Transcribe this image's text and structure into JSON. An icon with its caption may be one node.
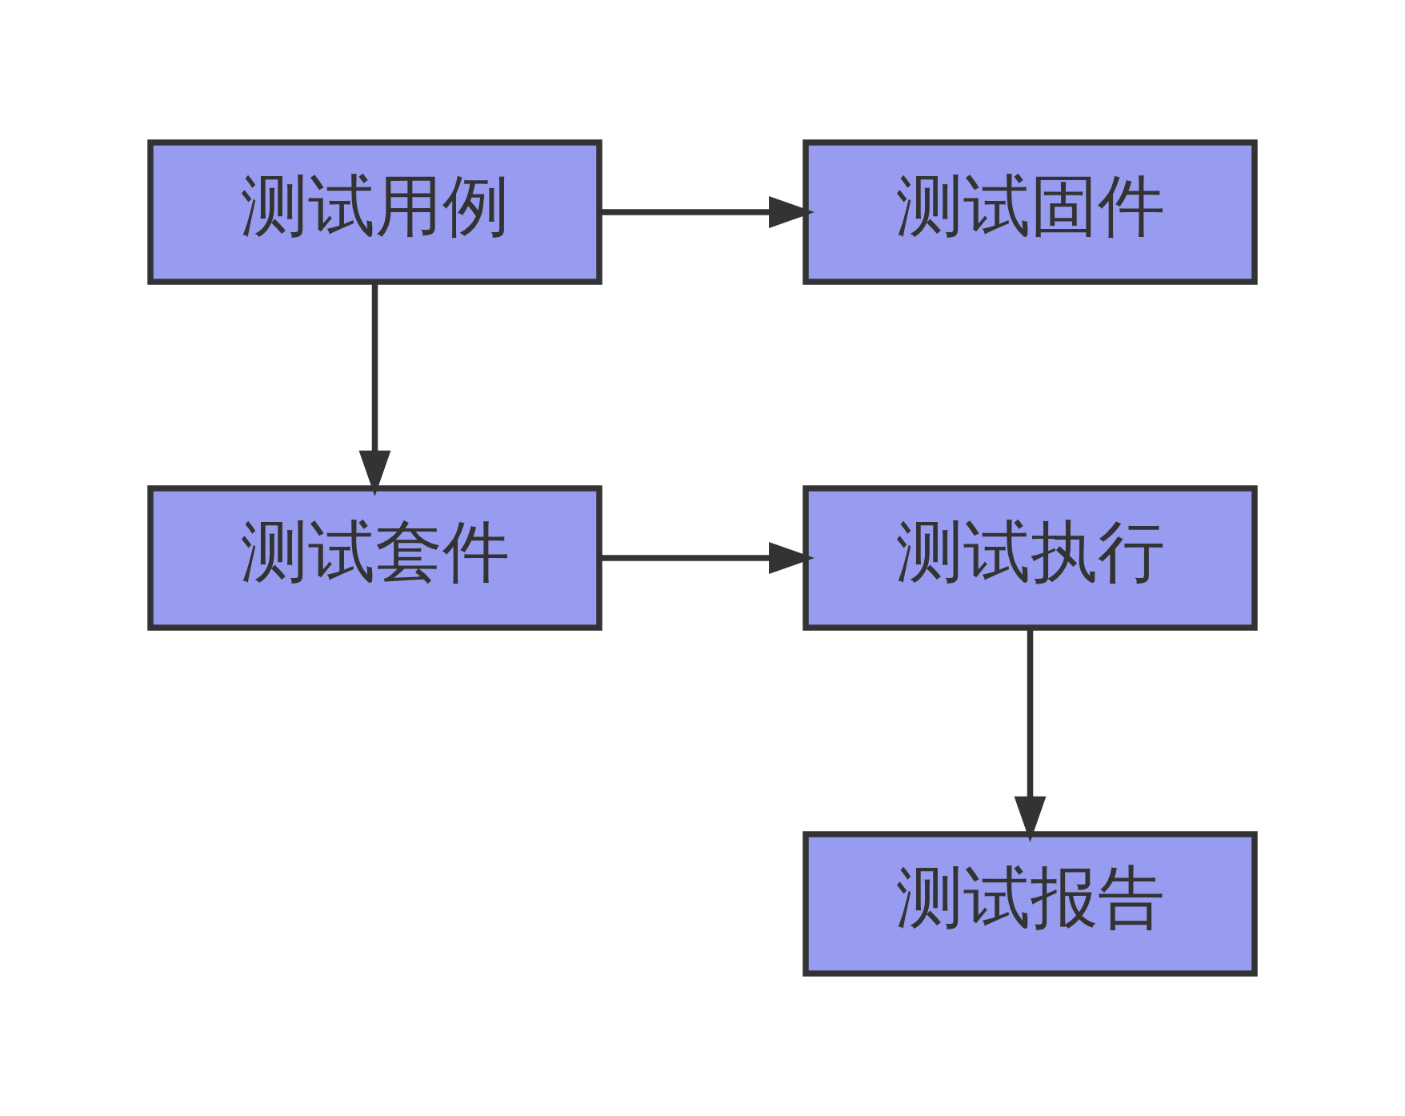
{
  "diagram": {
    "nodes": [
      {
        "text": [
          "测试用例"
        ]
      },
      {
        "text": [
          "测试固件"
        ]
      },
      {
        "text": [
          "测试套件"
        ]
      },
      {
        "text": [
          "测试执行"
        ]
      },
      {
        "text": [
          "测试报告"
        ]
      }
    ],
    "edges": [
      {
        "from": 0,
        "to": 1,
        "arrow": "to"
      },
      {
        "from": 0,
        "to": 2,
        "arrow": "to"
      },
      {
        "from": 2,
        "to": 3,
        "arrow": "to"
      },
      {
        "from": 3,
        "to": 4,
        "arrow": "to"
      }
    ]
  }
}
